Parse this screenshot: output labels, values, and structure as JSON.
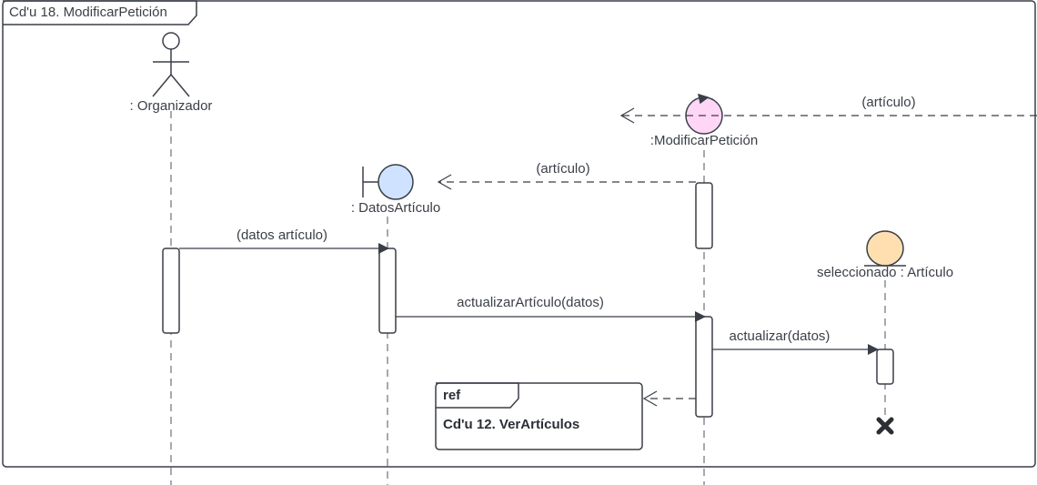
{
  "frame": {
    "title": "Cd'u 18. ModificarPetición"
  },
  "participants": {
    "organizador": ": Organizador",
    "datos_articulo": ": DatosArtículo",
    "modificar_peticion": ":ModificarPetición",
    "articulo": "seleccionado : Artículo"
  },
  "messages": {
    "incoming_articulo": "(artículo)",
    "return_articulo": "(artículo)",
    "datos_articulo": "(datos artículo)",
    "actualizar_articulo": "actualizarArtículo(datos)",
    "actualizar": "actualizar(datos)"
  },
  "ref": {
    "tag": "ref",
    "label": "Cd'u 12. VerArtículos"
  },
  "colors": {
    "control": "#ffd6f5",
    "boundary": "#cfe2ff",
    "entity": "#ffdfb0",
    "line": "#3a3f47"
  }
}
